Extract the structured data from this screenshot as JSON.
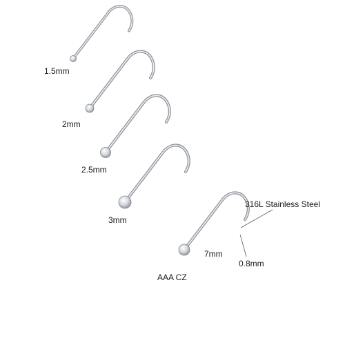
{
  "sizes": [
    "1.5mm",
    "2mm",
    "2.5mm",
    "3mm"
  ],
  "callouts": {
    "material": "316L Stainless Steel",
    "length": "7mm",
    "gauge": "0.8mm",
    "stone": "AAA CZ"
  },
  "colors": {
    "steel_light": "#e4e6e9",
    "steel_mid": "#b8bcc2",
    "steel_dark": "#7e838a",
    "leader_line": "#555555",
    "text": "#1a1a1a"
  }
}
